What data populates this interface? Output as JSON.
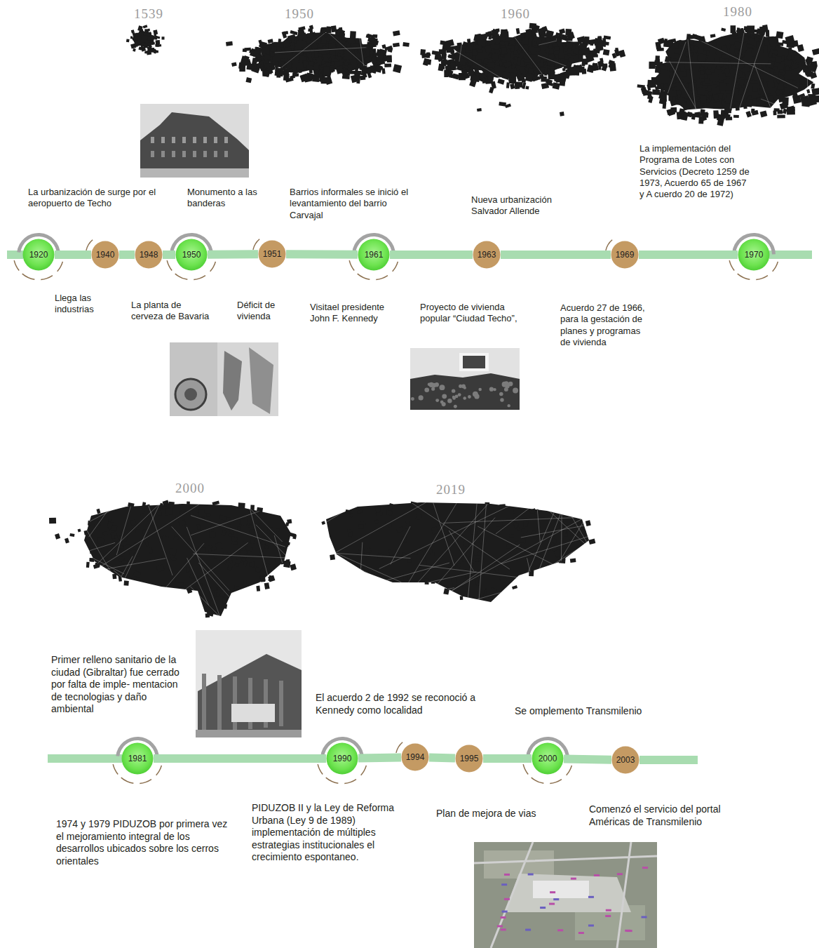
{
  "diagram": {
    "nodes": [
      {
        "text": [
          "1920"
        ]
      },
      {
        "text": [
          "1940"
        ]
      },
      {
        "text": [
          "1948"
        ]
      },
      {
        "text": [
          "1950"
        ]
      },
      {
        "text": [
          "1951"
        ]
      },
      {
        "text": [
          "1961"
        ]
      },
      {
        "text": [
          "1963"
        ]
      },
      {
        "text": [
          "1969"
        ]
      },
      {
        "text": [
          "1970"
        ]
      },
      {
        "text": [
          "1981"
        ]
      },
      {
        "text": [
          "1990"
        ]
      },
      {
        "text": [
          "1994"
        ]
      },
      {
        "text": [
          "1995"
        ]
      },
      {
        "text": [
          "2000"
        ]
      },
      {
        "text": [
          "2003"
        ]
      }
    ],
    "edges": [
      {
        "from": 0,
        "to": 1,
        "arrow": "none"
      },
      {
        "from": 1,
        "to": 2,
        "arrow": "none"
      },
      {
        "from": 2,
        "to": 3,
        "arrow": "none"
      },
      {
        "from": 3,
        "to": 4,
        "arrow": "none"
      },
      {
        "from": 4,
        "to": 5,
        "arrow": "none"
      },
      {
        "from": 5,
        "to": 6,
        "arrow": "none"
      },
      {
        "from": 6,
        "to": 7,
        "arrow": "none"
      },
      {
        "from": 7,
        "to": 8,
        "arrow": "none"
      },
      {
        "from": 9,
        "to": 10,
        "arrow": "none"
      },
      {
        "from": 10,
        "to": 11,
        "arrow": "none"
      },
      {
        "from": 11,
        "to": 12,
        "arrow": "none"
      },
      {
        "from": 12,
        "to": 13,
        "arrow": "none"
      },
      {
        "from": 13,
        "to": 14,
        "arrow": "none"
      }
    ],
    "labels": [
      "1539",
      "1950",
      "1960",
      "1980",
      "La implementación del Programa de Lotes con Servicios (Decreto 1259 de 1973, Acuerdo 65 de 1967 y A cuerdo 20 de 1972)",
      "La urbanización de surge por el aeropuerto de Techo",
      "Monumento a las banderas",
      "Barrios informales se inició el levantamiento del barrio Carvajal",
      "Nueva urbanización Salvador Allende",
      "Llega las industrias",
      "La planta de cerveza de Bavaria",
      "Déficit de vivienda",
      "Visitael presidente John F. Kennedy",
      "Proyecto de vivienda popular “Ciudad Techo”,",
      "Acuerdo 27 de 1966, para la gestación de planes y programas de vivienda",
      "2000",
      "2019",
      "Primer relleno sanitario de la ciudad (Gibraltar) fue cerrado por falta de imple- mentacion de tecnologias y daño ambiental",
      "El acuerdo 2 de 1992 se reconoció a Kennedy como localidad",
      "Se omplemento Transmilenio",
      "1974 y 1979 PIDUZOB por primera vez el mejoramiento integral de los desarrollos ubicados sobre los cerros orientales",
      "PIDUZOB II y la Ley de Reforma Urbana (Ley 9 de 1989) implementación de múltiples estrategias institucionales el crecimiento espontaneo.",
      "Plan de mejora de vias",
      "Comenzó el servicio del portal Américas de Transmilenio"
    ]
  }
}
